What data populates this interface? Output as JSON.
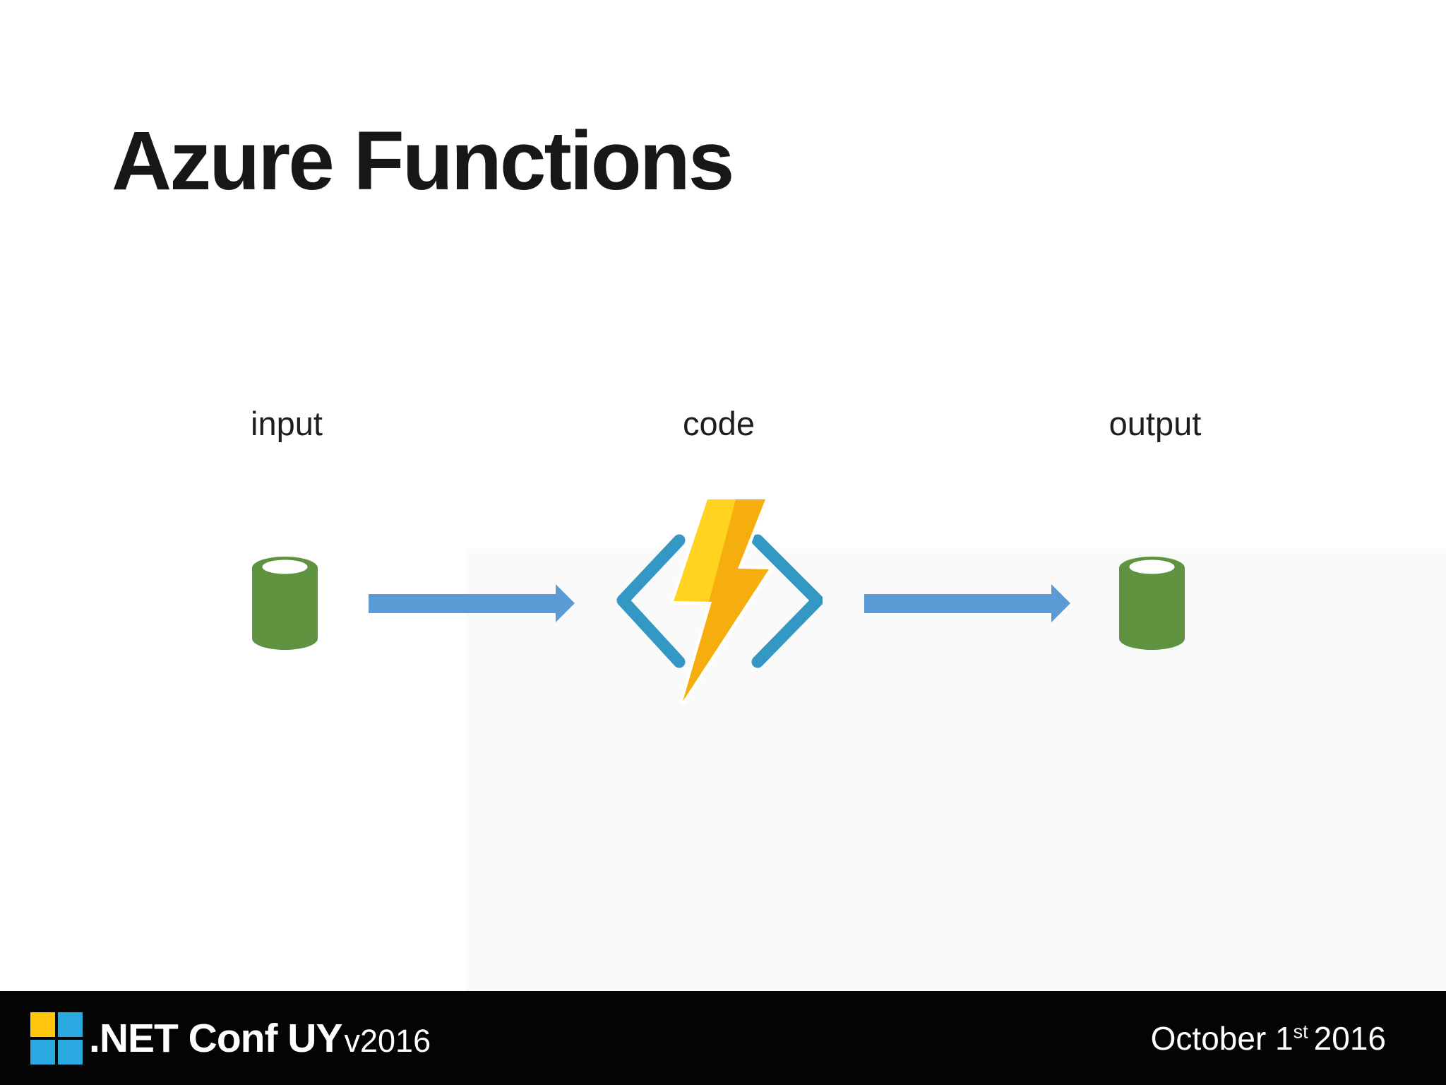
{
  "slide": {
    "title": "Azure Functions"
  },
  "diagram": {
    "input_label": "input",
    "code_label": "code",
    "output_label": "output",
    "flow": [
      "input",
      "code",
      "output"
    ],
    "icons": {
      "input": "database-cylinder-icon",
      "code": "azure-functions-lightning-icon",
      "output": "database-cylinder-icon",
      "connectors": [
        "right-arrow-icon",
        "right-arrow-icon"
      ]
    }
  },
  "footer": {
    "logo": "dotnet-four-squares-logo",
    "brand": ".NET Conf UY",
    "version": "v2016",
    "date": "October 1st 2016",
    "date_parts": {
      "prefix": "October 1",
      "superscript": "st",
      "suffix": "2016"
    }
  },
  "colors": {
    "arrow_blue": "#5B9BD5",
    "bracket_blue": "#3498C5",
    "bolt_light": "#FFD320",
    "bolt_dark": "#F5AE0D",
    "db_green": "#5F9340",
    "footer_bg": "#040404",
    "logo_yellow": "#FFC60B",
    "logo_blue": "#2AA9E0",
    "title_color": "#171717",
    "label_color": "#1E1E1E",
    "footer_text": "#FFFFFF"
  }
}
